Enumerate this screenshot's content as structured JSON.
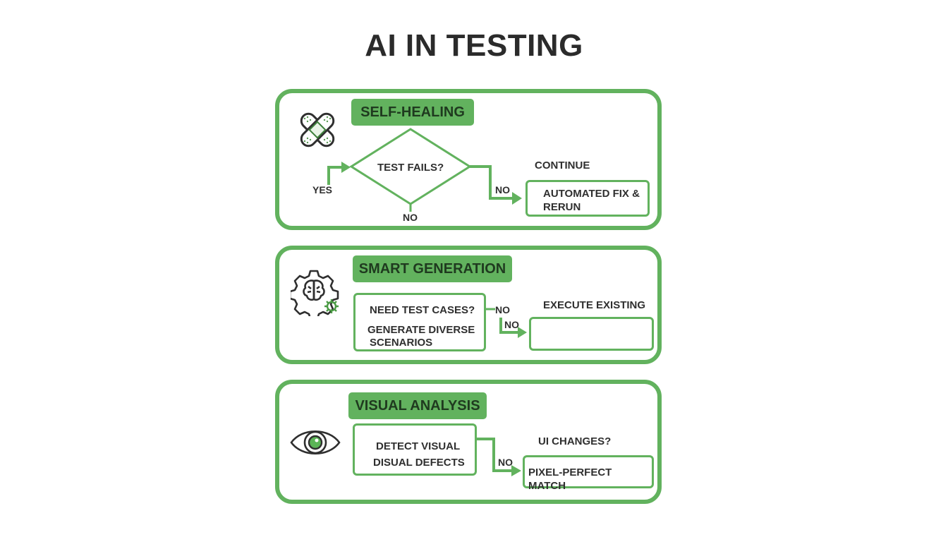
{
  "title": "AI IN TESTING",
  "colors": {
    "accent": "#62b25e",
    "text": "#2f2f2f",
    "badge_text": "#1f3a1f"
  },
  "panels": [
    {
      "heading": "SELF-HEALING",
      "icon": "bandage-icon",
      "decision": "TEST FAILS?",
      "yes_label": "YES",
      "no_label_bottom": "NO",
      "no_label_right": "NO",
      "continue_label": "CONTINUE",
      "action_line1": "AUTOMATED FIX &",
      "action_line2": "RERUN"
    },
    {
      "heading": "SMART GENERATION",
      "icon": "brain-gear-icon",
      "question": "NEED TEST CASES?",
      "action_line1": "GENERATE DIVERSE",
      "action_line2": "SCENARIOS",
      "no_label_1": "NO",
      "no_label_2": "NO",
      "result_label": "EXECUTE EXISTING",
      "result_box": ""
    },
    {
      "heading": "VISUAL ANALYSIS",
      "icon": "eye-icon",
      "action_line1": "DETECT VISUAL",
      "action_line2": "DISUAL DEFECTS",
      "no_label": "NO",
      "question": "UI CHANGES?",
      "result": "PIXEL-PERFECT MATCH"
    }
  ]
}
